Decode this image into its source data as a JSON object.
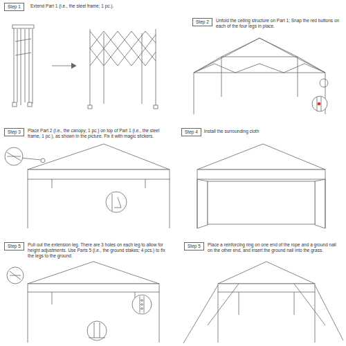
{
  "diagram": {
    "nodes": [
      {
        "text": [
          "Step 1"
        ]
      },
      {
        "text": [
          "Step 2"
        ]
      },
      {
        "text": [
          "Step 3"
        ]
      },
      {
        "text": [
          "Step 4"
        ]
      },
      {
        "text": [
          "Step 5"
        ]
      },
      {
        "text": [
          "Step 5"
        ]
      }
    ],
    "labels": [
      "Extend Part 1 (i.e., the steel frame; 1 pc.).",
      "Unfold the ceiling structure on Part 1; Snap the red buttons on each of the four legs in place.",
      "Place Part 2 (i.e., the canopy; 1 pc.) on top of Part 1 (i.e., the steel frame, 1 pc.), as shown in the picture. Fix it with magic stickers.",
      "Install the surrounding cloth",
      "Pull out the extension leg. There are 3 holes on each leg to allow for height adjustments. Use Parts 5 (i.e., the ground stakes; 4 pcs.) to fix the legs to the ground.",
      "Place a reinforcing ring on one end of the rope and a ground nail on the other end, and insert the ground nail into the grass."
    ]
  }
}
